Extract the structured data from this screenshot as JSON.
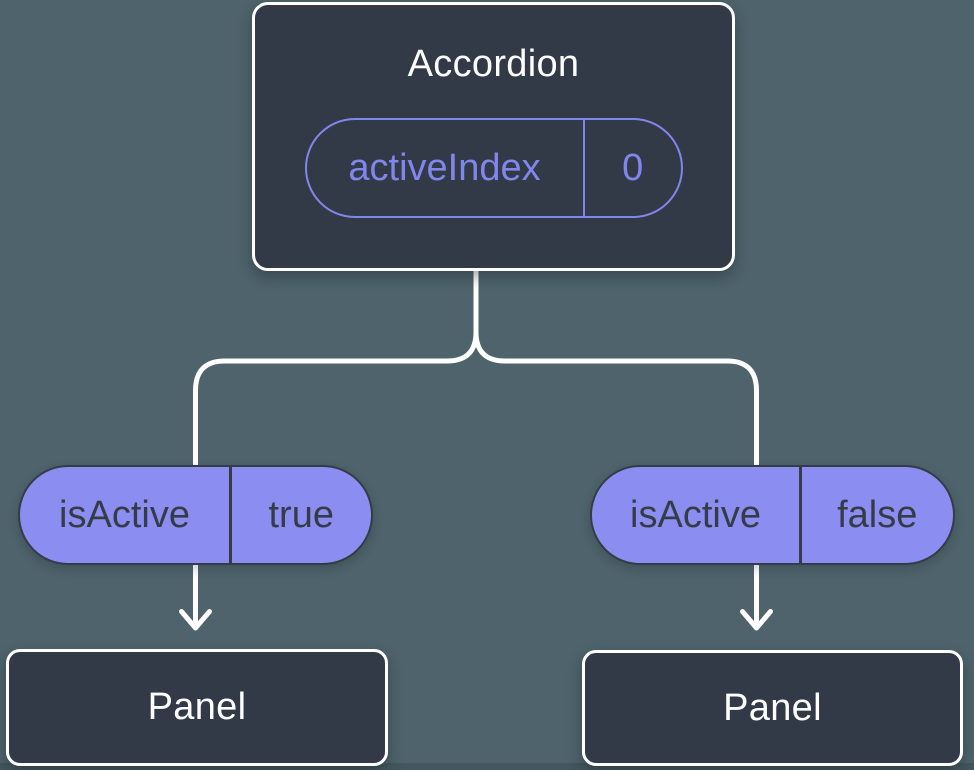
{
  "tree": {
    "root": {
      "title": "Accordion",
      "state": {
        "key": "activeIndex",
        "value": "0"
      }
    },
    "branches": [
      {
        "prop": {
          "key": "isActive",
          "value": "true"
        },
        "child": {
          "title": "Panel"
        }
      },
      {
        "prop": {
          "key": "isActive",
          "value": "false"
        },
        "child": {
          "title": "Panel"
        }
      }
    ]
  },
  "colors": {
    "background": "#4e636b",
    "node_fill": "#333a47",
    "node_border": "#ffffff",
    "pill_fill": "#8b8df0",
    "accent_purple": "#8186ec",
    "dark_text": "#353c47",
    "light_text": "#fdfdfe",
    "connector": "#ffffff"
  }
}
